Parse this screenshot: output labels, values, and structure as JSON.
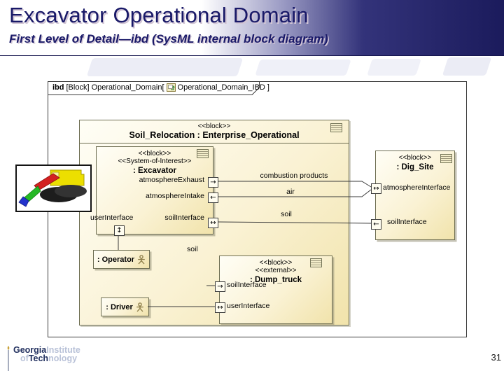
{
  "header": {
    "title": "Excavator Operational Domain",
    "subtitle": "First Level of Detail—ibd (SysML internal block diagram)"
  },
  "diagram": {
    "tab": {
      "kind": "ibd",
      "context": "[Block] Operational_Domain[",
      "diagram_name": "Operational_Domain_IBD",
      "close": "]"
    },
    "blocks": {
      "soil_relocation": {
        "stereotype": "<<block>>",
        "name": "Soil_Relocation : Enterprise_Operational"
      },
      "excavator": {
        "stereotype1": "<<block>>",
        "stereotype2": "<<System-of-Interest>>",
        "name": ": Excavator",
        "port_labels": {
          "atmosphere_exhaust": "atmosphereExhaust",
          "atmosphere_intake": "atmosphereIntake",
          "soil_interface": "soilInterface",
          "user_interface": "userInterface"
        }
      },
      "dig_site": {
        "stereotype": "<<block>>",
        "name": ": Dig_Site",
        "port_labels": {
          "atmosphere_interface": "atmosphereInterface",
          "soil_interface": "soilInterface"
        }
      },
      "dump_truck": {
        "stereotype1": "<<block>>",
        "stereotype2": "<<external>>",
        "name": ": Dump_truck",
        "port_labels": {
          "soil_interface": "soilInterface",
          "user_interface": "userInterface"
        }
      },
      "operator": {
        "name": ": Operator"
      },
      "driver": {
        "name": ": Driver"
      }
    },
    "connectors": {
      "combustion_products": "combustion products",
      "air": "air",
      "soil_main": "soil",
      "soil_truck": "soil"
    },
    "port_glyphs": {
      "out_arrow": "→",
      "in_arrow": "←",
      "inout_arrow": "↔",
      "updown_arrow": "↕"
    }
  },
  "footer": {
    "page_number": "31",
    "logo": {
      "georgia": "Georgia",
      "institute": "Institute",
      "of": "of",
      "tech": "Tech",
      "nology": "nology"
    }
  },
  "colors": {
    "accent_navy": "#191968",
    "block_fill_light": "#fffef6",
    "block_fill_dark": "#f1e3ab",
    "block_border": "#6e6e52"
  }
}
